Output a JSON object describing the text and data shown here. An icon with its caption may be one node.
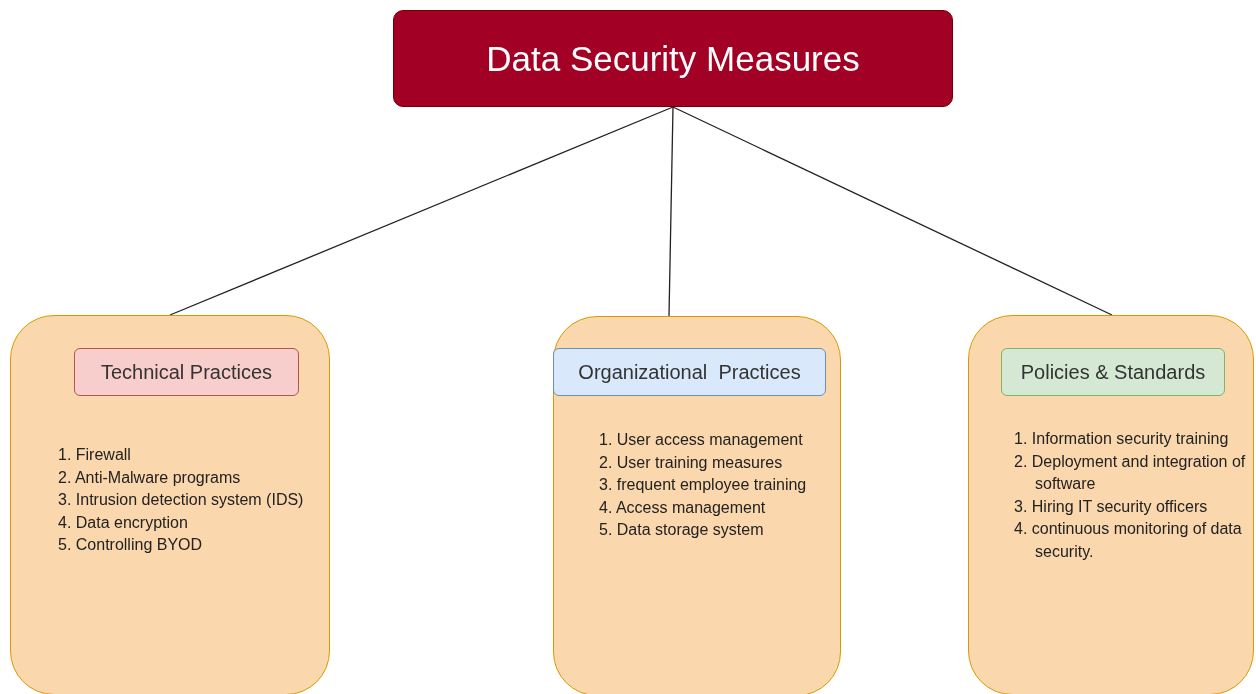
{
  "diagram": {
    "nodes": [
      {
        "text": [
          "Data Security Measures"
        ]
      },
      {
        "text": [
          "1. Firewall",
          "2. Anti-Malware programs",
          "3. Intrusion detection system (IDS)",
          "4. Data encryption",
          "5. Controlling BYOD"
        ]
      },
      {
        "text": [
          "Technical Practices"
        ],
        "in": 1
      },
      {
        "text": [
          "1. User access management",
          "2. User training measures",
          "3. frequent employee training",
          "4. Access management",
          "5. Data storage system"
        ]
      },
      {
        "text": [
          "Organizational  Practices"
        ],
        "in": 3
      },
      {
        "text": [
          "1. Information security training",
          "2. Deployment and integration of software",
          "3. Hiring IT security officers",
          "4. continuous monitoring of data security."
        ]
      },
      {
        "text": [
          "Policies & Standards"
        ],
        "in": 5
      }
    ],
    "edges": [
      {
        "from": 0,
        "to": 1,
        "arrow": "none"
      },
      {
        "from": 0,
        "to": 3,
        "arrow": "none"
      },
      {
        "from": 0,
        "to": 5,
        "arrow": "none"
      }
    ]
  }
}
